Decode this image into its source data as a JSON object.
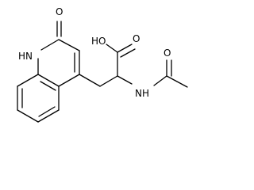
{
  "molecule": {
    "atoms": {
      "carbonyl_oxygen_top": "O",
      "ring_nh": "HN",
      "acid_oh": "HO",
      "acid_carbonyl_oxygen": "O",
      "amide_oxygen": "O",
      "amide_nh": "NH"
    }
  }
}
